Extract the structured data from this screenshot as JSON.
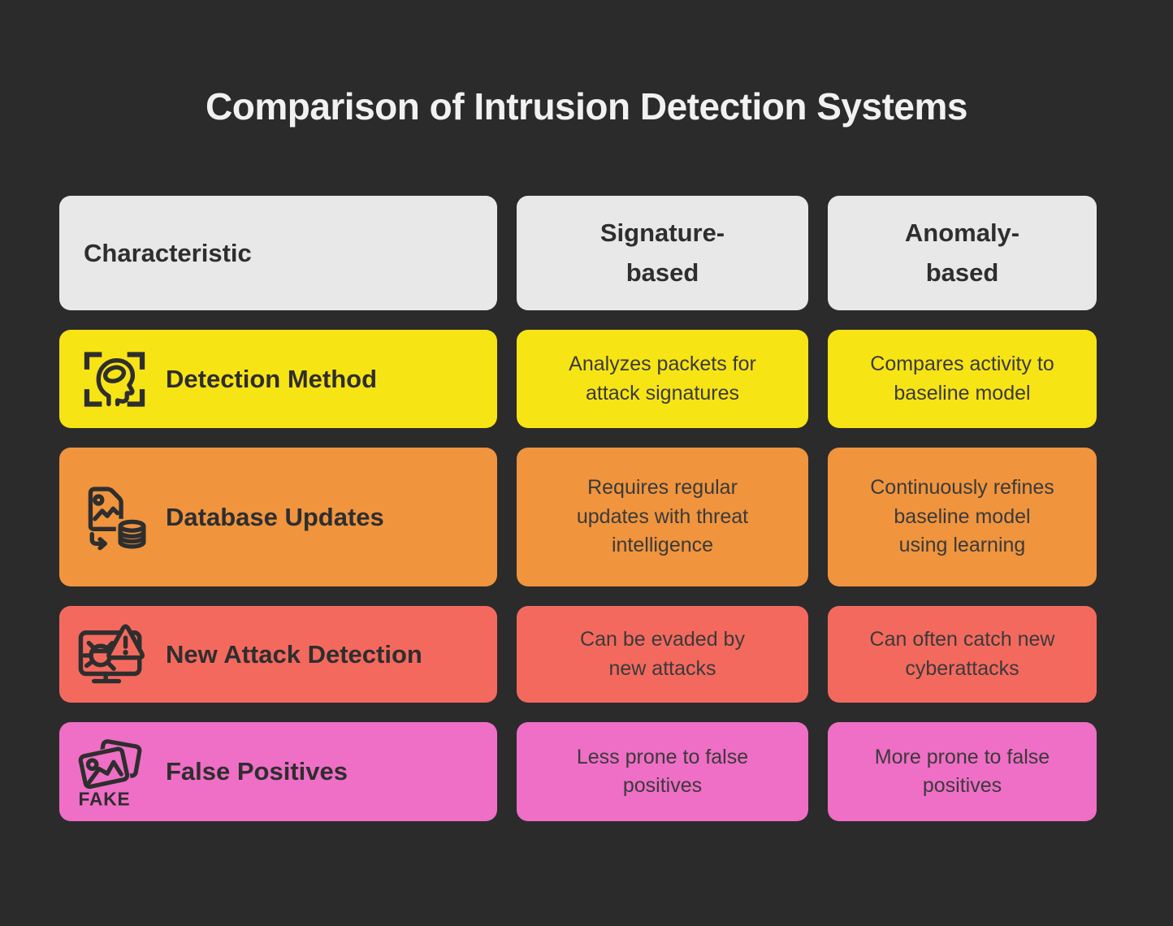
{
  "title": "Comparison of Intrusion Detection Systems",
  "colors": {
    "background": "#2B2B2B",
    "header_bg": "#E8E8E8",
    "row_yellow": "#F7E414",
    "row_orange": "#F0943E",
    "row_red": "#F4695E",
    "row_pink": "#EF6EC6",
    "title_text": "#F1F1F1",
    "cell_text": "#3A3A3A"
  },
  "table": {
    "headers": [
      {
        "id": "characteristic",
        "label": "Characteristic"
      },
      {
        "id": "signature",
        "label": "Signature-\nbased"
      },
      {
        "id": "anomaly",
        "label": "Anomaly-\nbased"
      }
    ],
    "rows": [
      {
        "label": "Detection Method",
        "icon": "head-scan-icon",
        "color": "#F7E414",
        "signature": "Analyzes packets for\nattack signatures",
        "anomaly": "Compares activity to\nbaseline model"
      },
      {
        "label": "Database Updates",
        "icon": "image-to-database-icon",
        "color": "#F0943E",
        "signature": "Requires regular\nupdates with threat\nintelligence",
        "anomaly": "Continuously refines\nbaseline model\nusing learning"
      },
      {
        "label": "New Attack Detection",
        "icon": "bug-alert-monitor-icon",
        "color": "#F4695E",
        "signature": "Can be evaded by\nnew attacks",
        "anomaly": "Can often catch new\ncyberattacks"
      },
      {
        "label": "False Positives",
        "icon": "fake-image-icon",
        "icon_caption": "FAKE",
        "color": "#EF6EC6",
        "signature": "Less prone to false\npositives",
        "anomaly": "More prone to false\npositives"
      }
    ]
  }
}
